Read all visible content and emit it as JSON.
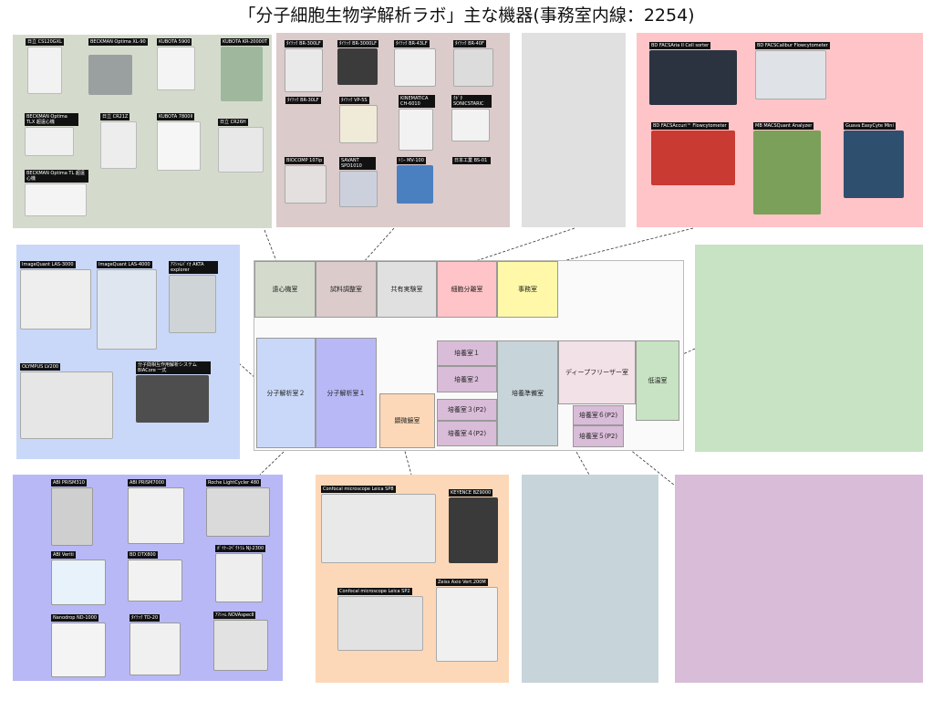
{
  "title": "「分子細胞生物学解析ラボ」主な機器(事務室内線：2254)",
  "colors": {
    "centrifuge_panel": "#d4dbcc",
    "prep_panel": "#dccbcb",
    "shared_panel": "#e0e0e0",
    "cell_sort_panel": "#ffc4c8",
    "analysis2_panel": "#c9d8f8",
    "cold_panel": "#c7e3c3",
    "analysis1_panel": "#b8b8f6",
    "microscope_panel": "#fdd8b8",
    "culture_prep_panel": "#c7d4da",
    "p2_panel": "#d9bcd8"
  },
  "panels": {
    "centrifuge": [
      "日立 CS120GXL",
      "BECKMAN Optima XL-90",
      "KUBOTA 5900",
      "KUBOTA KR-20000T",
      "BECKMAN Optima TLX 超遠心機",
      "日立 CR21Z",
      "KUBOTA 7800Ⅱ",
      "日立 CR26H",
      "BECKMAN Optima TL 超遠心機"
    ],
    "prep": [
      "ﾀｲﾃｯｸ BR-300LF",
      "ﾀｲﾃｯｸ BR-3000LF",
      "ﾀｲﾃｯｸ BR-43LF",
      "ﾀｲﾃｯｸ BR-40F",
      "ﾀｲﾃｯｸ BR-30LF",
      "ﾀｲﾃｯｸ VP-5S",
      "KINEMATICA CH-6010",
      "ｸﾎﾞﾀ SONICSTARIC",
      "BIOCOMP 107ip",
      "SAVANT SPD1010",
      "ﾄﾐｰ MV-100",
      "日本工業 BS-01"
    ],
    "cell_sort": [
      "BD FACSAria II Cell sorter",
      "BD FACSCalibur Flowcytometer",
      "BD FACSAccuri™ Flowcytometer",
      "MB MACSQuant Analyzer",
      "Guava EasyCyte Mini"
    ],
    "analysis2": [
      "ImageQuant LAS-3000",
      "ImageQuant LAS-4000",
      "ｱﾏｼｬﾑﾊﾞｲｵ AKTA explorer",
      "OLYMPUS LV200",
      "分子間相互作用解析システム BIACore 一式"
    ],
    "analysis1": [
      "ABI PRISM310",
      "ABI PRISM7000",
      "Roche LightCycler 480",
      "ABI Veriti",
      "BD DTX800",
      "ｶﾞｲﾅｰｽﾍﾟｸﾄﾗﾑ NJ-2300",
      "Nanodrop ND-1000",
      "ﾀｲﾃｯｸ TD-20",
      "ｱﾏｼｬﾑ NOVAspecⅡ"
    ],
    "microscope": [
      "Confocal microscope Leica SP8",
      "KEYENCE BZ9000",
      "Confocal microscope Leica SP2",
      "Zeiss Axio Vert.200M"
    ]
  },
  "rooms": {
    "centrifuge": "遠心機室",
    "reagent": "試料調整室",
    "shared": "共有実験室",
    "cell_sort": "細胞分離室",
    "office": "事務室",
    "culture1": "培養室１",
    "culture2": "培養室２",
    "culture3": "培養室３(P2)",
    "culture4": "培養室４(P2)",
    "culture_prep": "培養準備室",
    "deep_freezer": "ディープフリーザー室",
    "cold": "低温室",
    "analysis2": "分子解析室２",
    "analysis1": "分子解析室１",
    "microscope": "顕微鏡室",
    "culture6": "培養室６(P2)",
    "culture5": "培養室５(P2)"
  }
}
